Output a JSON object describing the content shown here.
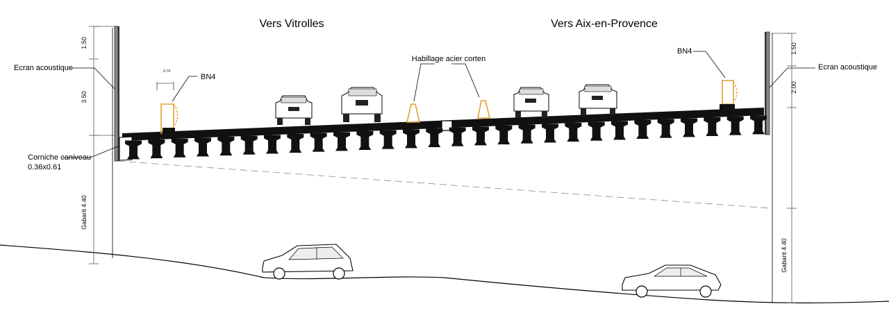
{
  "headings": {
    "left": "Vers  Vitrolles",
    "right": "Vers  Aix-en-Provence"
  },
  "labels": {
    "ecran_left": "Ecran acoustique",
    "ecran_right": "Ecran acoustique",
    "bn4_left": "BN4",
    "bn4_right": "BN4",
    "habillage": "Habillage acier corten",
    "corniche_line1": "Corniche caniveau",
    "corniche_line2": "0.36x0.61"
  },
  "dimensions": {
    "left_top": "1.50",
    "left_mid": "3.50",
    "left_gabarit": "Gabarit 4.40",
    "right_top": "1.50",
    "right_mid": "2.00",
    "right_gabarit": "Gabarit 4.40",
    "bn4_width": "0.74"
  },
  "colors": {
    "line": "#000000",
    "deck": "#111111",
    "barrier": "#e0a030",
    "dim_line": "#555555"
  }
}
